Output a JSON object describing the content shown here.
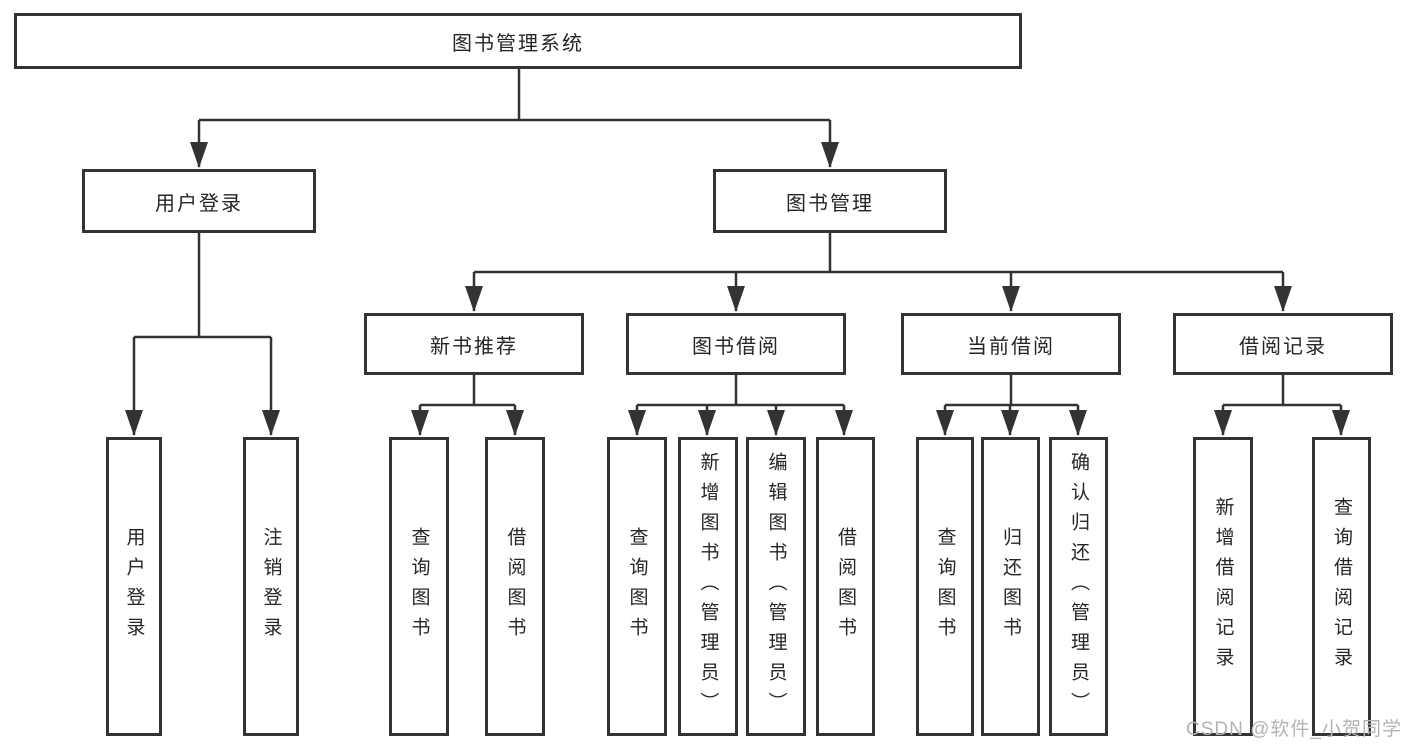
{
  "tree": {
    "root": "图书管理系统",
    "user_login": {
      "label": "用户登录",
      "children": [
        "用户登录",
        "注销登录"
      ]
    },
    "book_mgmt": {
      "label": "图书管理",
      "sections": [
        {
          "label": "新书推荐",
          "children": [
            "查询图书",
            "借阅图书"
          ]
        },
        {
          "label": "图书借阅",
          "children": [
            "查询图书",
            "新增图书（管理员）",
            "编辑图书（管理员）",
            "借阅图书"
          ]
        },
        {
          "label": "当前借阅",
          "children": [
            "查询图书",
            "归还图书",
            "确认归还（管理员）"
          ]
        },
        {
          "label": "借阅记录",
          "children": [
            "新增借阅记录",
            "查询借阅记录"
          ]
        }
      ]
    }
  },
  "watermark": {
    "text": "CSDN @软件_小贺同学"
  },
  "colors": {
    "line": "#333333",
    "text": "#262626",
    "watermark": "#b3b3b3",
    "background": "#ffffff"
  }
}
